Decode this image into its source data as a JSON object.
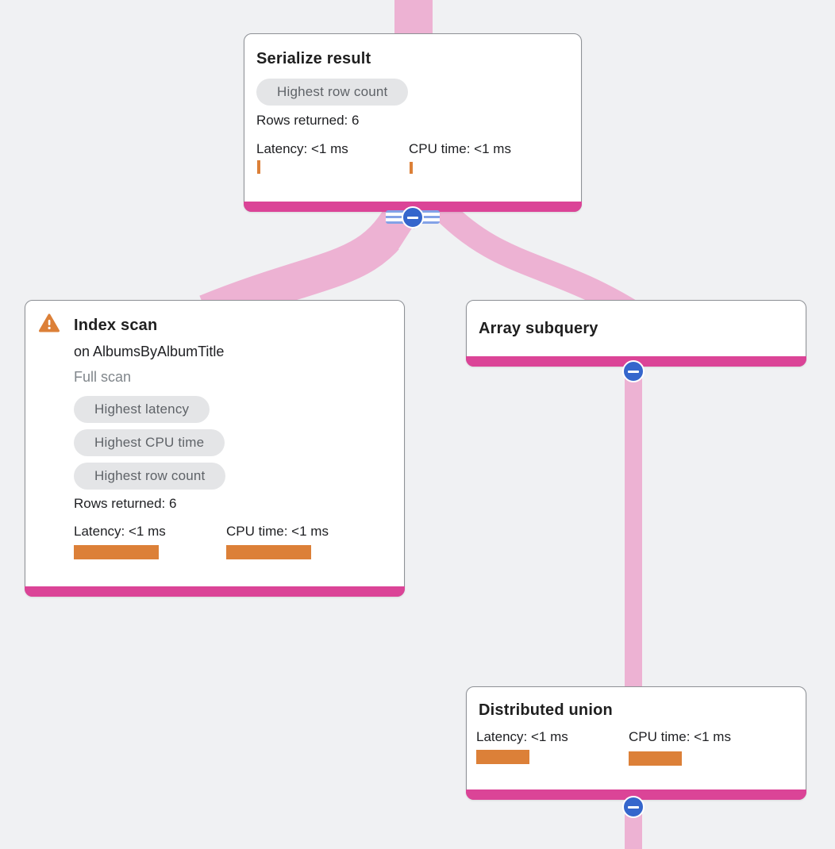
{
  "nodes": [
    {
      "title": "Serialize result",
      "badges": [
        "Highest row count"
      ],
      "rows_returned": "Rows returned: 6",
      "metrics": [
        {
          "label": "Latency: <1 ms",
          "bar_style": "width:4px;height:17px"
        },
        {
          "label": "CPU time: <1 ms",
          "bar_style": "width:4px;height:15px"
        }
      ]
    },
    {
      "title": "Index scan",
      "subtitle": "on AlbumsByAlbumTitle",
      "note": "Full scan",
      "badges": [
        "Highest latency",
        "Highest CPU time",
        "Highest row count"
      ],
      "rows_returned": "Rows returned: 6",
      "metrics": [
        {
          "label": "Latency: <1 ms",
          "bar_style": "width:107px;height:18px"
        },
        {
          "label": "CPU time: <1 ms",
          "bar_style": "width:107px;height:18px"
        }
      ]
    },
    {
      "title": "Array subquery"
    },
    {
      "title": "Distributed union",
      "metrics": [
        {
          "label": "Latency: <1 ms",
          "bar_style": "width:67px;height:18px"
        },
        {
          "label": "CPU time: <1 ms",
          "bar_style": "width:67px;height:18px"
        }
      ]
    }
  ],
  "icons": {
    "warning": "warning-triangle",
    "collapse": "minus-circle"
  },
  "colors": {
    "background": "#F0F1F3",
    "edge_pink": "#EDB2D3",
    "node_accent_bar": "#DB4497",
    "metric_bar_orange": "#DC8038",
    "collapse_blue": "#3566CC",
    "badge_bg": "#E4E5E7",
    "badge_text": "#5F6368",
    "warning_orange": "#DC8038"
  }
}
